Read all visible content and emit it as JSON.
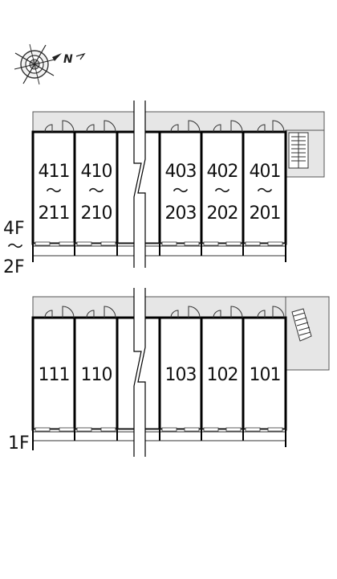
{
  "compass": {
    "north_letter": "N",
    "icon": "compass-rose-icon"
  },
  "upper_block": {
    "floor_top": "4F",
    "floor_separator": "〜",
    "floor_bottom": "2F",
    "units": [
      {
        "top": "411",
        "separator": "〜",
        "bottom": "211"
      },
      {
        "top": "410",
        "separator": "〜",
        "bottom": "210"
      },
      {
        "top": "",
        "separator": "",
        "bottom": ""
      },
      {
        "top": "403",
        "separator": "〜",
        "bottom": "203"
      },
      {
        "top": "402",
        "separator": "〜",
        "bottom": "202"
      },
      {
        "top": "401",
        "separator": "〜",
        "bottom": "201"
      }
    ]
  },
  "lower_block": {
    "floor": "1F",
    "units": [
      {
        "label": "111"
      },
      {
        "label": "110"
      },
      {
        "label": ""
      },
      {
        "label": "103"
      },
      {
        "label": "102"
      },
      {
        "label": "101"
      }
    ]
  },
  "colors": {
    "wall": "#000000",
    "corridor": "#e6e6e6",
    "balcony": "#ffffff"
  }
}
